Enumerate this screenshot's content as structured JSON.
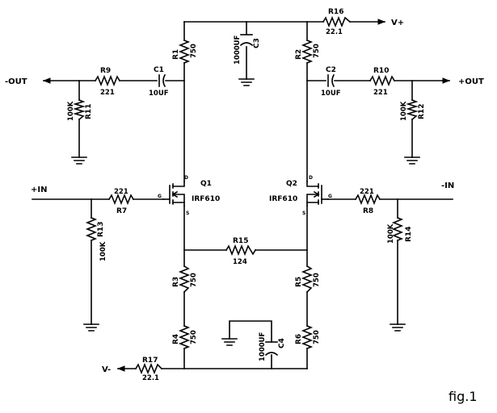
{
  "figure_label": "fig.1",
  "nets": {
    "v_plus": "V+",
    "v_minus": "V-",
    "out_neg": "-OUT",
    "out_pos": "+OUT",
    "in_pos": "+IN",
    "in_neg": "-IN"
  },
  "resistors": {
    "R1": {
      "ref": "R1",
      "value": "750"
    },
    "R2": {
      "ref": "R2",
      "value": "750"
    },
    "R3": {
      "ref": "R3",
      "value": "750"
    },
    "R4": {
      "ref": "R4",
      "value": "750"
    },
    "R5": {
      "ref": "R5",
      "value": "750"
    },
    "R6": {
      "ref": "R6",
      "value": "750"
    },
    "R7": {
      "ref": "R7",
      "value": "221"
    },
    "R8": {
      "ref": "R8",
      "value": "221"
    },
    "R9": {
      "ref": "R9",
      "value": "221"
    },
    "R10": {
      "ref": "R10",
      "value": "221"
    },
    "R11": {
      "ref": "R11",
      "value": "100K"
    },
    "R12": {
      "ref": "R12",
      "value": "100K"
    },
    "R13": {
      "ref": "R13",
      "value": "100K"
    },
    "R14": {
      "ref": "R14",
      "value": "100K"
    },
    "R15": {
      "ref": "R15",
      "value": "124"
    },
    "R16": {
      "ref": "R16",
      "value": "22.1"
    },
    "R17": {
      "ref": "R17",
      "value": "22.1"
    }
  },
  "capacitors": {
    "C1": {
      "ref": "C1",
      "value": "10UF"
    },
    "C2": {
      "ref": "C2",
      "value": "10UF"
    },
    "C3": {
      "ref": "C3",
      "value": "1000UF"
    },
    "C4": {
      "ref": "C4",
      "value": "1000UF"
    }
  },
  "transistors": {
    "Q1": {
      "ref": "Q1",
      "part": "IRF610",
      "d": "D",
      "g": "G",
      "s": "S"
    },
    "Q2": {
      "ref": "Q2",
      "part": "IRF610",
      "d": "D",
      "g": "G",
      "s": "S"
    }
  }
}
